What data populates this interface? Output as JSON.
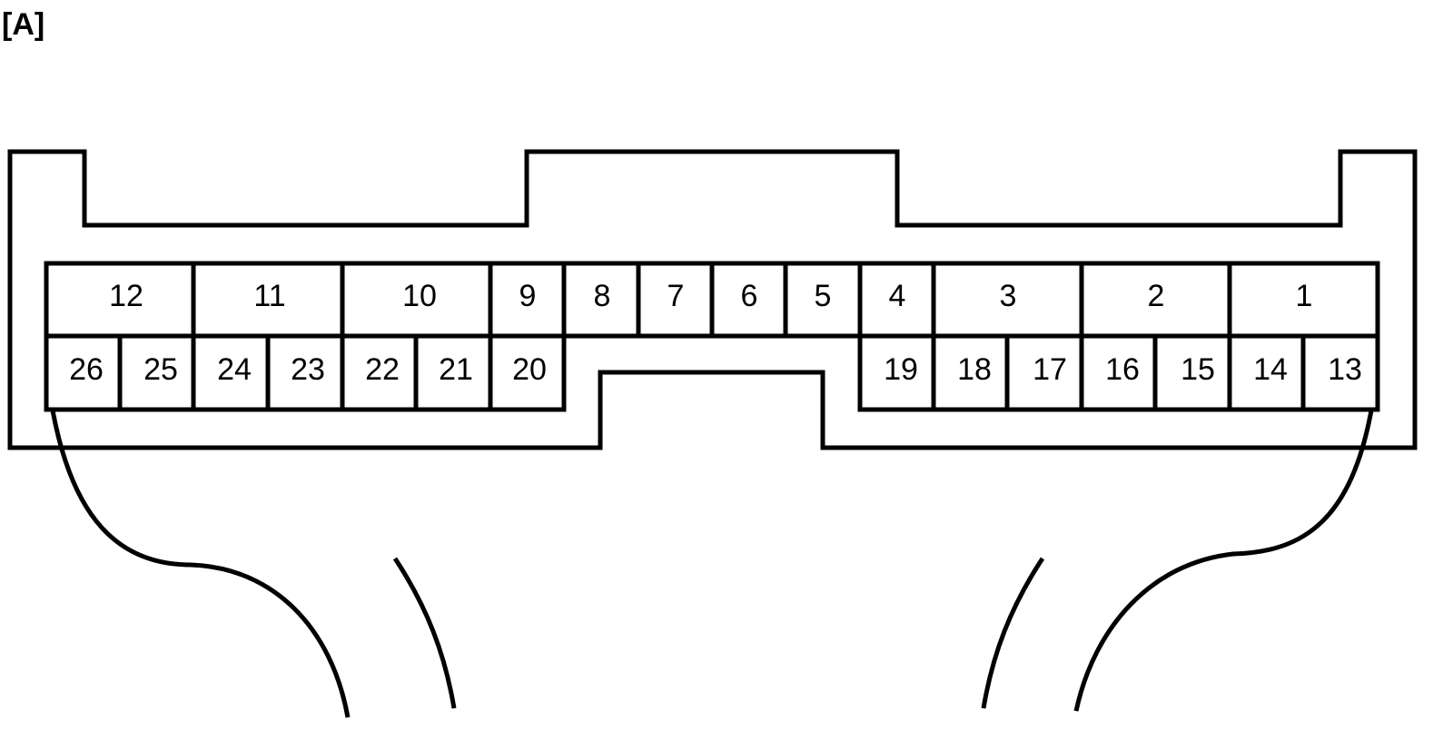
{
  "label": "[A]",
  "top_row": [
    "12",
    "11",
    "10",
    "9",
    "8",
    "7",
    "6",
    "5",
    "4",
    "3",
    "2",
    "1"
  ],
  "bottom_left": [
    "26",
    "25",
    "24",
    "23",
    "22",
    "21",
    "20"
  ],
  "bottom_right": [
    "19",
    "18",
    "17",
    "16",
    "15",
    "14",
    "13"
  ],
  "colors": {
    "line": "#000000",
    "background": "#ffffff"
  }
}
